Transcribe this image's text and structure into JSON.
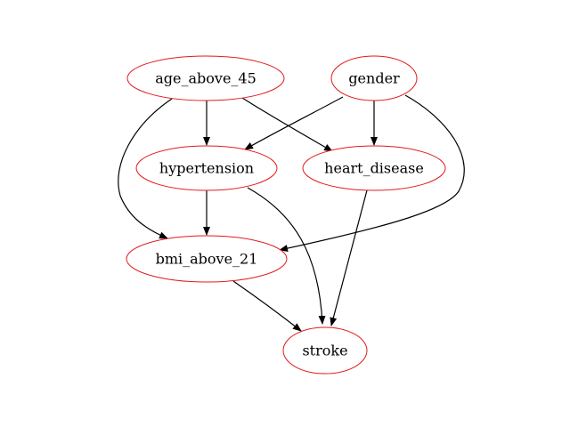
{
  "colors": {
    "node_outline": "#e31a1c",
    "edge": "#000000",
    "background": "#ffffff"
  },
  "graph": {
    "nodes": [
      {
        "id": "age",
        "label": "age_above_45"
      },
      {
        "id": "gender",
        "label": "gender"
      },
      {
        "id": "hypertension",
        "label": "hypertension"
      },
      {
        "id": "heart",
        "label": "heart_disease"
      },
      {
        "id": "bmi",
        "label": "bmi_above_21"
      },
      {
        "id": "stroke",
        "label": "stroke"
      }
    ],
    "edges": [
      {
        "from": "age_above_45",
        "to": "hypertension"
      },
      {
        "from": "age_above_45",
        "to": "heart_disease"
      },
      {
        "from": "age_above_45",
        "to": "bmi_above_21"
      },
      {
        "from": "gender",
        "to": "hypertension"
      },
      {
        "from": "gender",
        "to": "heart_disease"
      },
      {
        "from": "gender",
        "to": "bmi_above_21"
      },
      {
        "from": "hypertension",
        "to": "bmi_above_21"
      },
      {
        "from": "hypertension",
        "to": "stroke"
      },
      {
        "from": "heart_disease",
        "to": "stroke"
      },
      {
        "from": "bmi_above_21",
        "to": "stroke"
      }
    ]
  }
}
